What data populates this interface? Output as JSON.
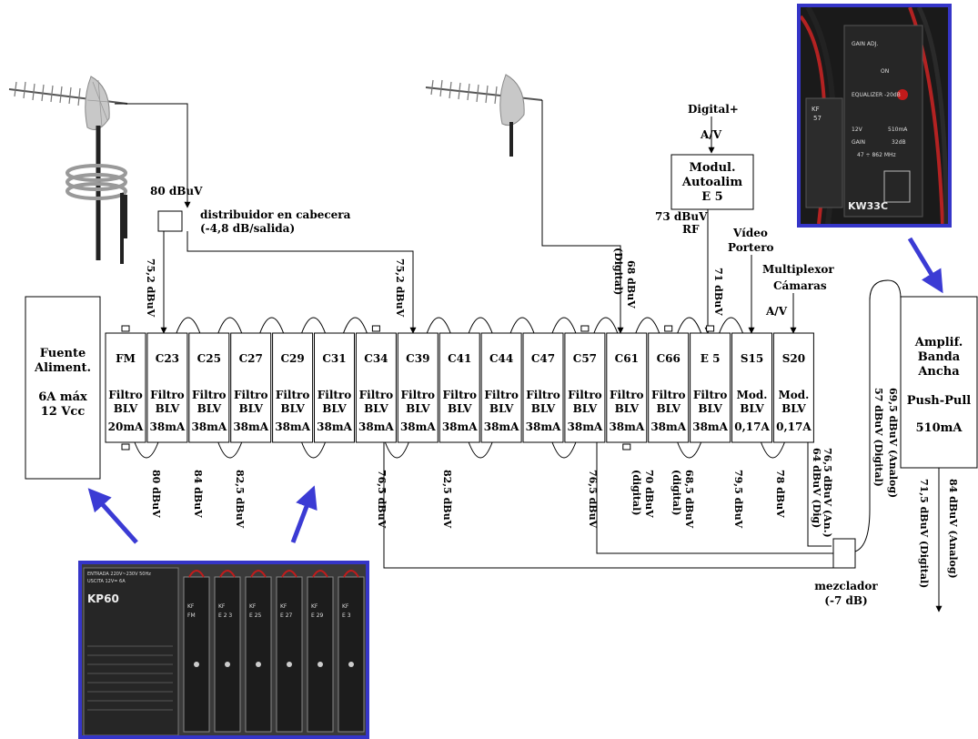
{
  "antenna_level": "80 dBuV",
  "distributor": {
    "line1": "distribuidor en cabecera",
    "line2": "(-4,8 dB/salida)"
  },
  "distributor_outputs": [
    "75,2 dBuV",
    "75,2 dBuV"
  ],
  "power_supply": {
    "line1": "Fuente",
    "line2": "Aliment.",
    "line3": "6A máx",
    "line4": "12 Vcc"
  },
  "modulator": {
    "source": "Digital+",
    "input": "A/V",
    "line1": "Modul.",
    "line2": "Autoalim",
    "line3": "E 5",
    "out_level": "73 dBuV",
    "out_type": "RF"
  },
  "uhf_level": {
    "value": "68 dBuV",
    "type": "(Digital)"
  },
  "e5_input_level": "71 dBuV",
  "video_portero": {
    "line1": "Vídeo",
    "line2": "Portero"
  },
  "multiplexor": {
    "line1": "Multiplexor",
    "line2": "Cámaras",
    "input": "A/V"
  },
  "modules": [
    {
      "ch": "FM",
      "l1": "Filtro",
      "l2": "BLV",
      "cur": "20mA"
    },
    {
      "ch": "C23",
      "l1": "Filtro",
      "l2": "BLV",
      "cur": "38mA"
    },
    {
      "ch": "C25",
      "l1": "Filtro",
      "l2": "BLV",
      "cur": "38mA"
    },
    {
      "ch": "C27",
      "l1": "Filtro",
      "l2": "BLV",
      "cur": "38mA"
    },
    {
      "ch": "C29",
      "l1": "Filtro",
      "l2": "BLV",
      "cur": "38mA"
    },
    {
      "ch": "C31",
      "l1": "Filtro",
      "l2": "BLV",
      "cur": "38mA"
    },
    {
      "ch": "C34",
      "l1": "Filtro",
      "l2": "BLV",
      "cur": "38mA"
    },
    {
      "ch": "C39",
      "l1": "Filtro",
      "l2": "BLV",
      "cur": "38mA"
    },
    {
      "ch": "C41",
      "l1": "Filtro",
      "l2": "BLV",
      "cur": "38mA"
    },
    {
      "ch": "C44",
      "l1": "Filtro",
      "l2": "BLV",
      "cur": "38mA"
    },
    {
      "ch": "C47",
      "l1": "Filtro",
      "l2": "BLV",
      "cur": "38mA"
    },
    {
      "ch": "C57",
      "l1": "Filtro",
      "l2": "BLV",
      "cur": "38mA"
    },
    {
      "ch": "C61",
      "l1": "Filtro",
      "l2": "BLV",
      "cur": "38mA"
    },
    {
      "ch": "C66",
      "l1": "Filtro",
      "l2": "BLV",
      "cur": "38mA"
    },
    {
      "ch": "E 5",
      "l1": "Filtro",
      "l2": "BLV",
      "cur": "38mA"
    },
    {
      "ch": "S15",
      "l1": "Mod.",
      "l2": "BLV",
      "cur": "0,17A"
    },
    {
      "ch": "S20",
      "l1": "Mod.",
      "l2": "BLV",
      "cur": "0,17A"
    }
  ],
  "output_levels": [
    {
      "v": "80 dBuV"
    },
    {
      "v": "84 dBuV"
    },
    {
      "v": "82,5 dBuV"
    },
    {
      "v": "76,5 dBuV"
    },
    {
      "v": "82,5 dBuV"
    },
    {
      "v": "76,5 dBuV"
    },
    {
      "v": "70 dBuV",
      "v2": "(digital)"
    },
    {
      "v": "68,5 dBuV",
      "v2": "(digital)"
    },
    {
      "v": "79,5 dBuV"
    },
    {
      "v": "78 dBuV"
    }
  ],
  "mixer_in": {
    "a": "76,5 dBuV (An.)",
    "b": "64 dBuV (Dig)"
  },
  "mixer": {
    "line1": "mezclador",
    "line2": "(-7 dB)"
  },
  "amp_in": {
    "a": "69,5 dBuV (Analog)",
    "b": "57 dBuV (Digital)"
  },
  "amplifier": {
    "line1": "Amplif.",
    "line2": "Banda",
    "line3": "Ancha",
    "line4": "Push-Pull",
    "line5": "510mA"
  },
  "amp_out": {
    "a": "84 dBuV (Analog)",
    "b": "71,5 dBuV (Digital)"
  },
  "photo_kw33c": {
    "model": "KW33C",
    "gain_adj": "GAIN ADJ.",
    "on": "ON",
    "equalizer": "EQUALIZER -20dB",
    "voltage": "12V",
    "current": "510mA",
    "gain_label": "GAIN",
    "gain_value": "32dB",
    "band": "47 ÷ 862 MHz",
    "side_label": "KF",
    "side_ch": "57"
  },
  "photo_kp60": {
    "model": "KP60",
    "entrada": "ENTRADA  220V~230V  50Hz",
    "uscita": "USCITA   12V=      6A",
    "modules": [
      {
        "kf": "KF",
        "ch": "FM"
      },
      {
        "kf": "KF",
        "ch": "E 2 3"
      },
      {
        "kf": "KF",
        "ch": "E 25"
      },
      {
        "kf": "KF",
        "ch": "E 27"
      },
      {
        "kf": "KF",
        "ch": "E 29"
      },
      {
        "kf": "KF",
        "ch": "E 3"
      }
    ]
  },
  "colors": {
    "arrow": "#3b3bd4",
    "frame": "#3535c8",
    "ink": "#000000"
  }
}
